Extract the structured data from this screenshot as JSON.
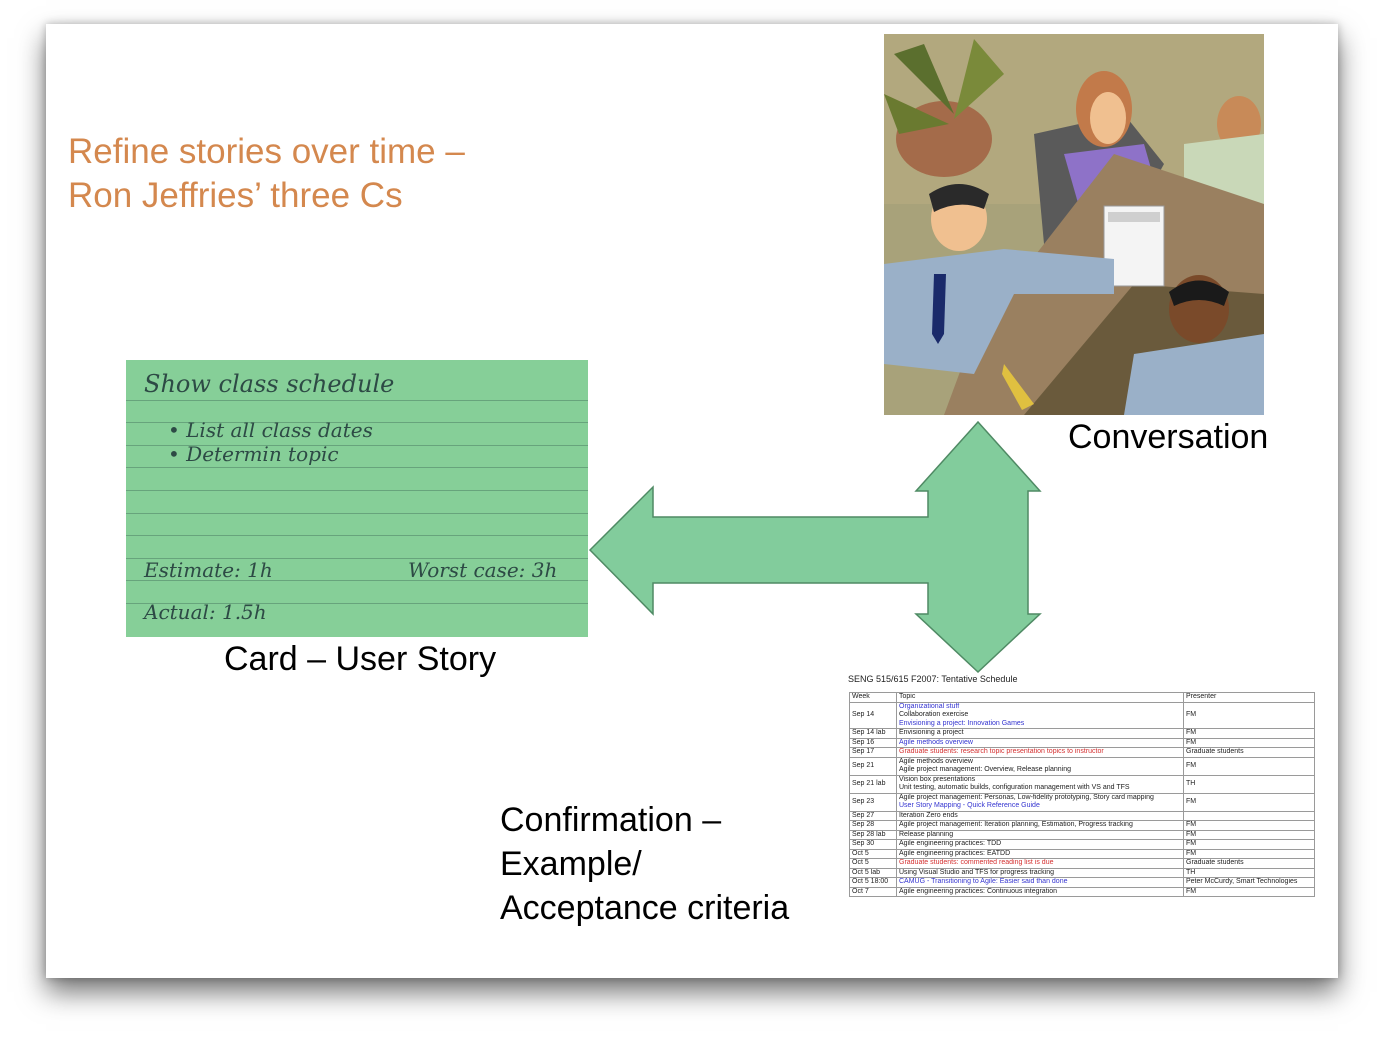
{
  "title_lines": [
    "Refine stories over time –",
    "Ron Jeffries’ three Cs"
  ],
  "card": {
    "heading": "Show class schedule",
    "bullet1": "• List all class dates",
    "bullet2": "• Determin topic",
    "estimate": "Estimate: 1h",
    "worst_case": "Worst case: 3h",
    "actual": "Actual: 1.5h",
    "label": "Card – User Story"
  },
  "conversation_label": "Conversation",
  "confirmation_lines": [
    "Confirmation –",
    "Example/",
    "Acceptance criteria"
  ],
  "schedule": {
    "title": "SENG 515/615 F2007: Tentative Schedule",
    "headers": [
      "Week",
      "Topic",
      "Presenter"
    ],
    "rows": [
      {
        "week": "Sep 14",
        "topic": [
          "Organizational stuff",
          "Collaboration exercise",
          "Envisioning a project: Innovation Games"
        ],
        "presenter": "FM",
        "styles": [
          "blue",
          "",
          "blue"
        ]
      },
      {
        "week": "Sep 14 lab",
        "topic": [
          "Envisioning a project"
        ],
        "presenter": "FM",
        "styles": [
          ""
        ]
      },
      {
        "week": "Sep 16",
        "topic": [
          "Agile methods overview"
        ],
        "presenter": "FM",
        "styles": [
          "blue"
        ]
      },
      {
        "week": "Sep 17",
        "topic": [
          "Graduate students: research topic presentation topics to instructor"
        ],
        "presenter": "Graduate students",
        "styles": [
          "red"
        ]
      },
      {
        "week": "Sep 21",
        "topic": [
          "Agile methods overview",
          "Agile project management: Overview, Release planning"
        ],
        "presenter": "FM",
        "styles": [
          "",
          ""
        ]
      },
      {
        "week": "Sep 21 lab",
        "topic": [
          "Vision box presentations",
          "Unit testing, automatic builds, configuration management with VS and TFS"
        ],
        "presenter": "TH",
        "styles": [
          "",
          ""
        ]
      },
      {
        "week": "Sep 23",
        "topic": [
          "Agile project management: Personas, Low-fidelity prototyping, Story card mapping",
          "User Story Mapping - Quick Reference Guide"
        ],
        "presenter": "FM",
        "styles": [
          "",
          "blue"
        ]
      },
      {
        "week": "Sep 27",
        "topic": [
          "Iteration Zero ends"
        ],
        "presenter": "",
        "styles": [
          ""
        ]
      },
      {
        "week": "Sep 28",
        "topic": [
          "Agile project management: Iteration planning, Estimation, Progress tracking"
        ],
        "presenter": "FM",
        "styles": [
          ""
        ]
      },
      {
        "week": "Sep 28 lab",
        "topic": [
          "Release planning"
        ],
        "presenter": "FM",
        "styles": [
          ""
        ]
      },
      {
        "week": "Sep 30",
        "topic": [
          "Agile engineering practices: TDD"
        ],
        "presenter": "FM",
        "styles": [
          ""
        ]
      },
      {
        "week": "Oct 5",
        "topic": [
          "Agile engineering practices: EATDD"
        ],
        "presenter": "FM",
        "styles": [
          ""
        ]
      },
      {
        "week": "Oct 5",
        "topic": [
          "Graduate students: commented reading list is due"
        ],
        "presenter": "Graduate students",
        "styles": [
          "red"
        ]
      },
      {
        "week": "Oct 5 lab",
        "topic": [
          "Using Visual Studio and TFS for progress tracking"
        ],
        "presenter": "TH",
        "styles": [
          ""
        ]
      },
      {
        "week": "Oct 5 18:00",
        "topic": [
          "CAMUG - Transitioning to Agile: Easier said than done"
        ],
        "presenter": "Peter McCurdy, Smart Technologies",
        "styles": [
          "blue"
        ]
      },
      {
        "week": "Oct 7",
        "topic": [
          "Agile engineering practices: Continuous integration"
        ],
        "presenter": "FM",
        "styles": [
          ""
        ]
      }
    ]
  },
  "colors": {
    "title": "#d4884e",
    "arrow_fill": "#82cc9c",
    "arrow_stroke": "#4f8a64",
    "card_bg": "#86cf98"
  },
  "icons": [
    "meeting-illustration",
    "double-headed-arrow"
  ]
}
